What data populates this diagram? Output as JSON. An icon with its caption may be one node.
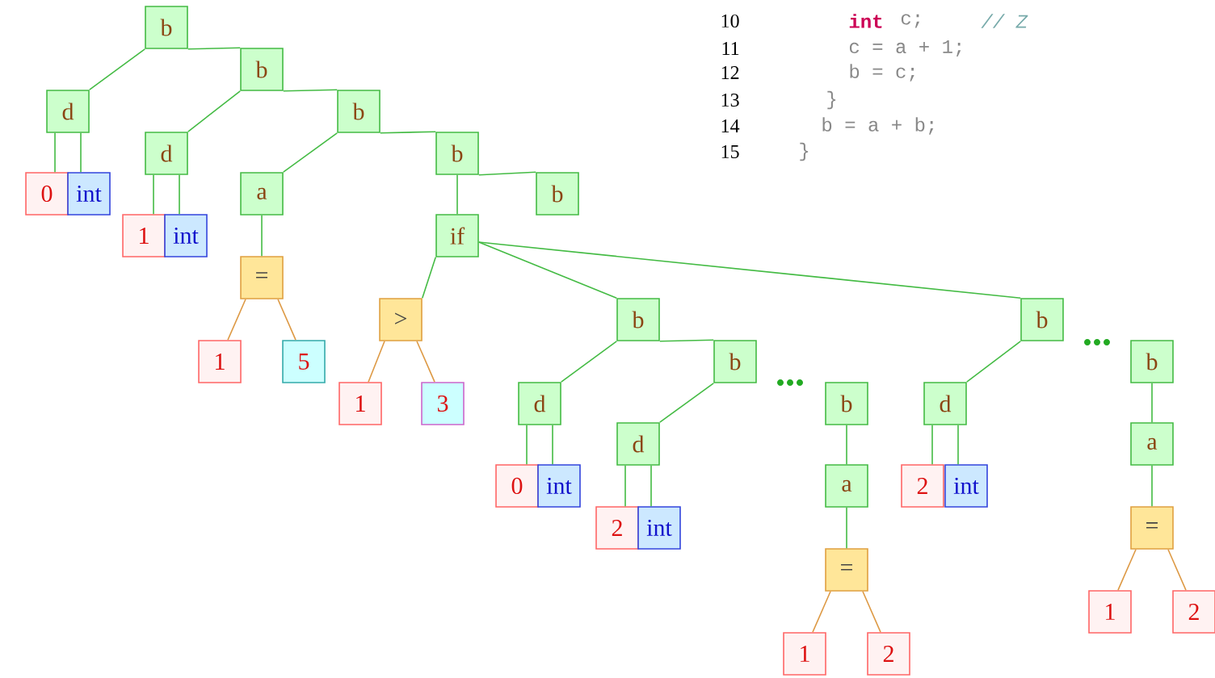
{
  "diagram": {
    "nodes": [
      {
        "text": [
          "b"
        ]
      },
      {
        "text": [
          "d"
        ]
      },
      {
        "text": [
          "0"
        ]
      },
      {
        "text": [
          "int"
        ]
      },
      {
        "text": [
          "b"
        ]
      },
      {
        "text": [
          "d"
        ]
      },
      {
        "text": [
          "1"
        ]
      },
      {
        "text": [
          "int"
        ]
      },
      {
        "text": [
          "b"
        ]
      },
      {
        "text": [
          "a"
        ]
      },
      {
        "text": [
          "="
        ]
      },
      {
        "text": [
          "1"
        ]
      },
      {
        "text": [
          "5"
        ]
      },
      {
        "text": [
          "b"
        ]
      },
      {
        "text": [
          "if"
        ]
      },
      {
        "text": [
          ">"
        ]
      },
      {
        "text": [
          "1"
        ]
      },
      {
        "text": [
          "3"
        ]
      },
      {
        "text": [
          "b"
        ]
      },
      {
        "text": [
          "d"
        ]
      },
      {
        "text": [
          "0"
        ]
      },
      {
        "text": [
          "int"
        ]
      },
      {
        "text": [
          "b"
        ]
      },
      {
        "text": [
          "d"
        ]
      },
      {
        "text": [
          "2"
        ]
      },
      {
        "text": [
          "int"
        ]
      },
      {
        "text": [
          "b"
        ]
      },
      {
        "text": [
          "a"
        ]
      },
      {
        "text": [
          "="
        ]
      },
      {
        "text": [
          "1"
        ]
      },
      {
        "text": [
          "2"
        ]
      },
      {
        "text": [
          "b"
        ]
      },
      {
        "text": [
          "d"
        ]
      },
      {
        "text": [
          "2"
        ]
      },
      {
        "text": [
          "int"
        ]
      },
      {
        "text": [
          "b"
        ]
      },
      {
        "text": [
          "a"
        ]
      },
      {
        "text": [
          "="
        ]
      },
      {
        "text": [
          "1"
        ]
      },
      {
        "text": [
          "2"
        ]
      },
      {
        "text": [
          "b"
        ]
      }
    ],
    "edges": [
      {
        "from": 0,
        "to": 1,
        "arrow": "none"
      },
      {
        "from": 0,
        "to": 4,
        "arrow": "none"
      },
      {
        "from": 1,
        "to": 2,
        "arrow": "none"
      },
      {
        "from": 1,
        "to": 3,
        "arrow": "none"
      },
      {
        "from": 4,
        "to": 5,
        "arrow": "none"
      },
      {
        "from": 4,
        "to": 8,
        "arrow": "none"
      },
      {
        "from": 5,
        "to": 6,
        "arrow": "none"
      },
      {
        "from": 5,
        "to": 7,
        "arrow": "none"
      },
      {
        "from": 8,
        "to": 9,
        "arrow": "none"
      },
      {
        "from": 8,
        "to": 13,
        "arrow": "none"
      },
      {
        "from": 9,
        "to": 10,
        "arrow": "none"
      },
      {
        "from": 10,
        "to": 11,
        "arrow": "none",
        "color": "#dd9944"
      },
      {
        "from": 10,
        "to": 12,
        "arrow": "none",
        "color": "#dd9944"
      },
      {
        "from": 13,
        "to": 14,
        "arrow": "none"
      },
      {
        "from": 13,
        "to": 40,
        "arrow": "none"
      },
      {
        "from": 14,
        "to": 15,
        "arrow": "none"
      },
      {
        "from": 14,
        "to": 18,
        "arrow": "none"
      },
      {
        "from": 14,
        "to": 31,
        "arrow": "none"
      },
      {
        "from": 15,
        "to": 16,
        "arrow": "none",
        "color": "#dd9944"
      },
      {
        "from": 15,
        "to": 17,
        "arrow": "none",
        "color": "#dd9944"
      },
      {
        "from": 18,
        "to": 19,
        "arrow": "none"
      },
      {
        "from": 18,
        "to": 22,
        "arrow": "none"
      },
      {
        "from": 19,
        "to": 20,
        "arrow": "none"
      },
      {
        "from": 19,
        "to": 21,
        "arrow": "none"
      },
      {
        "from": 22,
        "to": 23,
        "arrow": "none"
      },
      {
        "from": 23,
        "to": 24,
        "arrow": "none"
      },
      {
        "from": 23,
        "to": 25,
        "arrow": "none"
      },
      {
        "from": 26,
        "to": 27,
        "arrow": "none"
      },
      {
        "from": 27,
        "to": 28,
        "arrow": "none"
      },
      {
        "from": 28,
        "to": 29,
        "arrow": "none",
        "color": "#dd9944"
      },
      {
        "from": 28,
        "to": 30,
        "arrow": "none",
        "color": "#dd9944"
      },
      {
        "from": 31,
        "to": 32,
        "arrow": "none"
      },
      {
        "from": 32,
        "to": 33,
        "arrow": "none"
      },
      {
        "from": 32,
        "to": 34,
        "arrow": "none"
      },
      {
        "from": 35,
        "to": 36,
        "arrow": "none"
      },
      {
        "from": 36,
        "to": 37,
        "arrow": "none"
      },
      {
        "from": 37,
        "to": 38,
        "arrow": "none",
        "color": "#dd9944"
      },
      {
        "from": 37,
        "to": 39,
        "arrow": "none",
        "color": "#dd9944"
      }
    ],
    "labels": [
      "10",
      "int",
      "c;",
      "// Z",
      "11",
      "c = a + 1;",
      "12",
      "b = c;",
      "13",
      "}",
      "14",
      "b = a + b;",
      "15",
      "}"
    ]
  }
}
